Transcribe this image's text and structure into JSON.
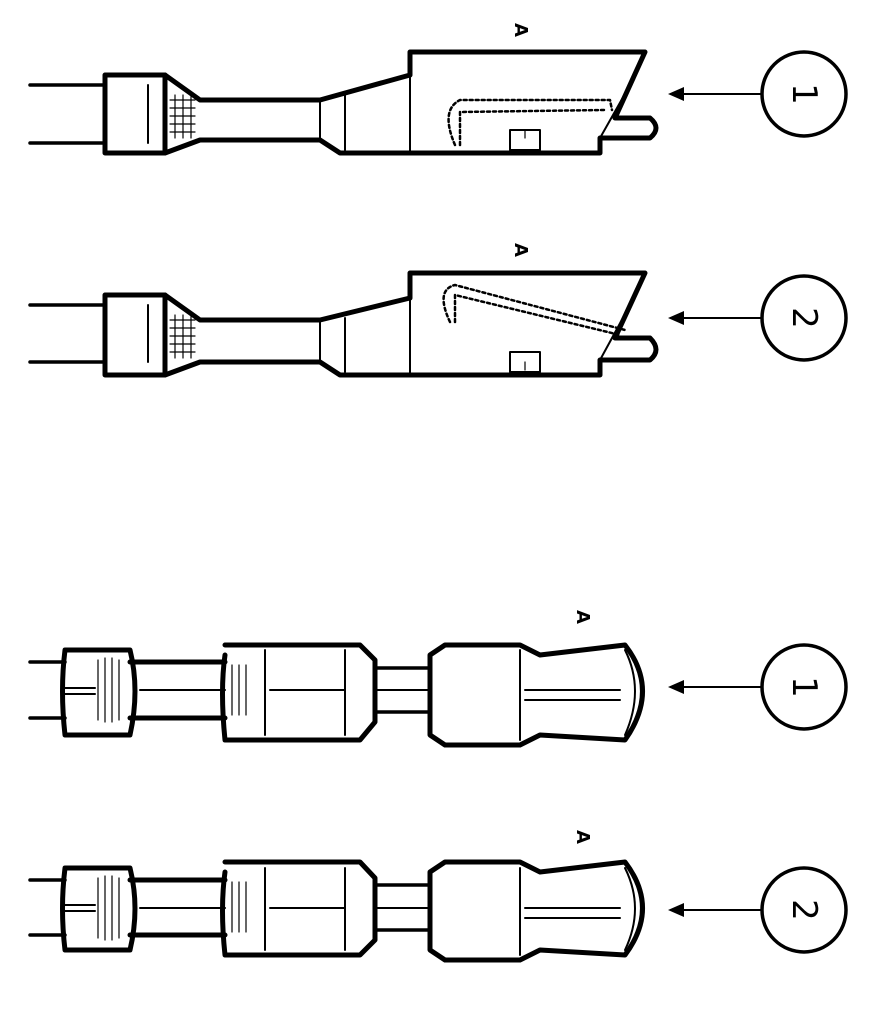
{
  "figure": {
    "views": [
      {
        "id": "side-view-1",
        "view": "side",
        "point_label": "A",
        "callout": "1"
      },
      {
        "id": "side-view-2",
        "view": "side",
        "point_label": "A",
        "callout": "2"
      },
      {
        "id": "top-view-1",
        "view": "top",
        "point_label": "A",
        "callout": "1"
      },
      {
        "id": "top-view-2",
        "view": "top",
        "point_label": "A",
        "callout": "2"
      }
    ],
    "colors": {
      "ink": "#000000",
      "background": "#ffffff"
    }
  }
}
